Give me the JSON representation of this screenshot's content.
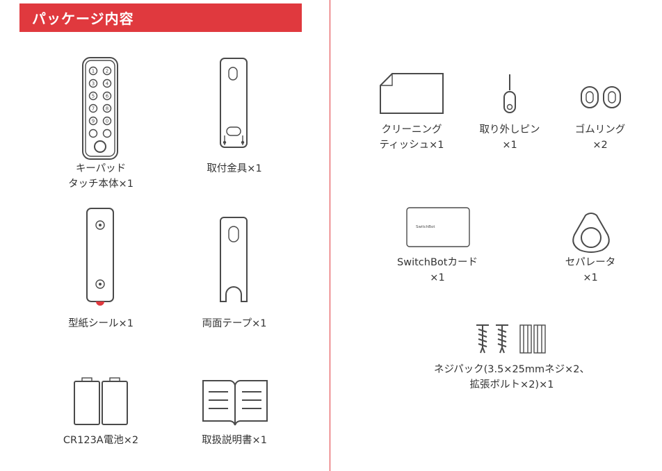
{
  "header": {
    "title": "パッケージ内容"
  },
  "colors": {
    "accent": "#e0393e",
    "line": "#4a4a4a",
    "text": "#333333"
  },
  "items": {
    "keypad": {
      "line1": "キーパッド",
      "line2": "タッチ本体×1",
      "icon": "keypad-icon"
    },
    "bracket": {
      "line1": "取付金具×1",
      "icon": "mounting-bracket-icon"
    },
    "template": {
      "line1": "型紙シール×1",
      "icon": "template-sticker-icon"
    },
    "tape": {
      "line1": "両面テープ×1",
      "icon": "double-sided-tape-icon"
    },
    "battery": {
      "line1": "CR123A電池×2",
      "icon": "battery-icon"
    },
    "manual": {
      "line1": "取扱説明書×1",
      "icon": "manual-book-icon"
    },
    "tissue": {
      "line1": "クリーニング",
      "line2": "ティッシュ×1",
      "icon": "cleaning-tissue-icon"
    },
    "pin": {
      "line1": "取り外しピン",
      "line2": "×1",
      "icon": "removal-pin-icon"
    },
    "ring": {
      "line1": "ゴムリング",
      "line2": "×2",
      "icon": "rubber-ring-icon"
    },
    "card": {
      "line1": "SwitchBotカード",
      "line2": "×1",
      "card_text": "SwitchBot",
      "icon": "switchbot-card-icon"
    },
    "separator": {
      "line1": "セパレータ",
      "line2": "×1",
      "icon": "separator-icon"
    },
    "screws": {
      "line1": "ネジパック(3.5×25mmネジ×2、",
      "line2": "拡張ボルト×2)×1",
      "icon": "screw-pack-icon"
    }
  }
}
